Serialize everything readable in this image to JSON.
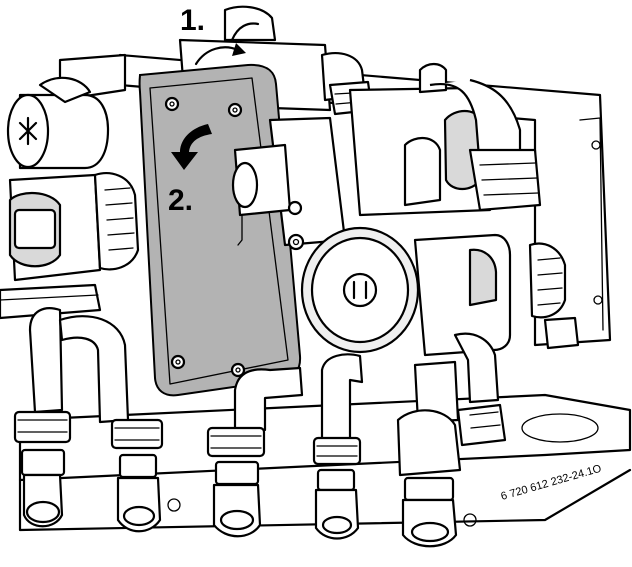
{
  "annotations": {
    "step1": "1.",
    "step2": "2.",
    "reference_code": "6 720 612 232-24.1O"
  },
  "colors": {
    "line": "#000000",
    "panel_fill": "#b3b3b3",
    "housing_fill": "#d9d9d9",
    "background": "#ffffff"
  },
  "icons": {
    "step1_arrow": "curved-arrow-icon",
    "step2_arrow": "curved-arrow-down-icon"
  }
}
